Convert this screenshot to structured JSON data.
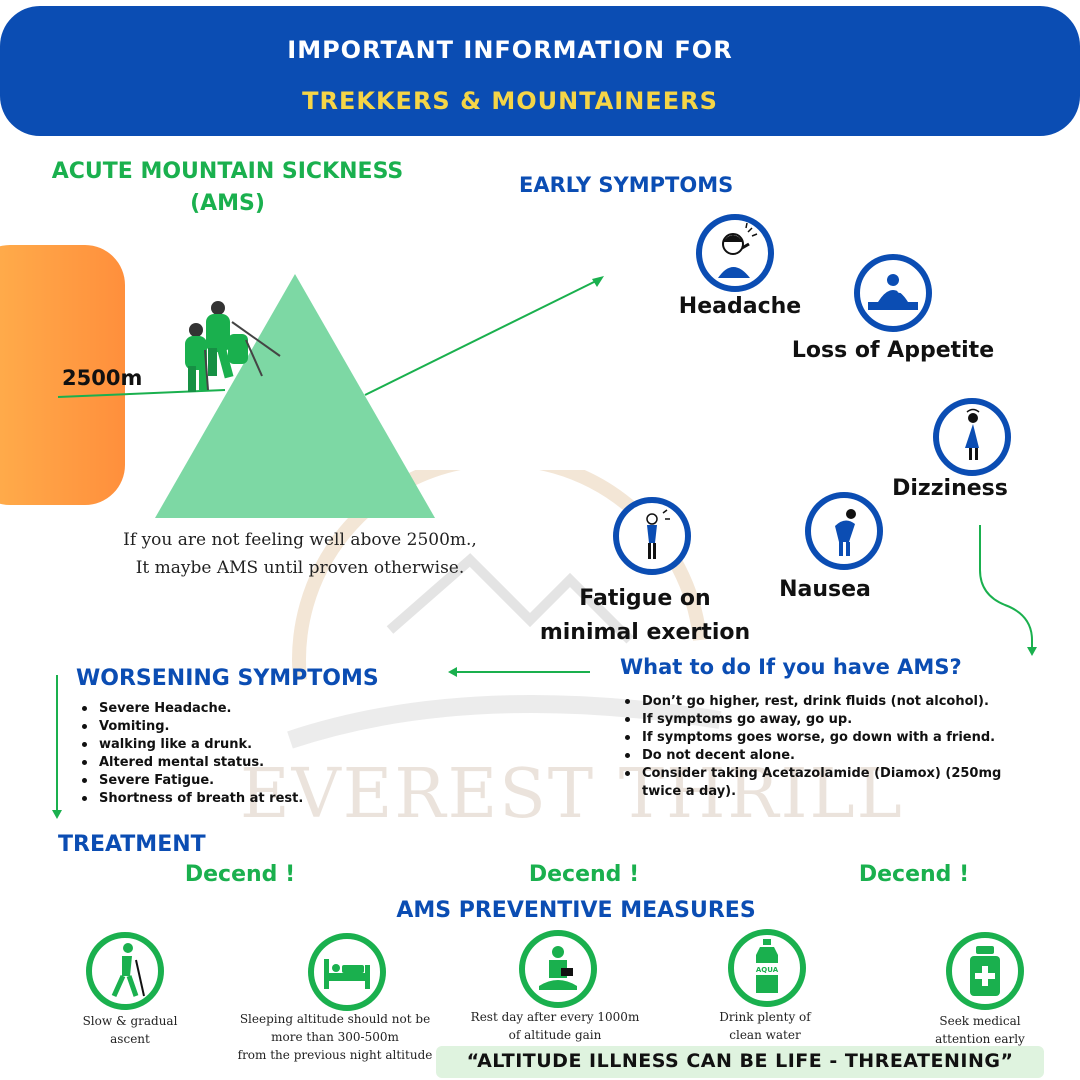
{
  "banner": {
    "line1": "IMPORTANT INFORMATION FOR",
    "line2": "TREKKERS & MOUNTAINEERS",
    "color": "#0b4db3",
    "accent": "#f5d547"
  },
  "ams": {
    "title_line1": "ACUTE MOUNTAIN SICKNESS",
    "title_line2": "(AMS)",
    "altitude": "2500m",
    "caption_line1": "If you are not feeling well above 2500m.,",
    "caption_line2": "It maybe AMS until proven otherwise."
  },
  "early": {
    "title": "EARLY SYMPTOMS",
    "symptoms": [
      {
        "label": "Headache",
        "icon": "headache-icon"
      },
      {
        "label": "Loss of Appetite",
        "icon": "appetite-icon"
      },
      {
        "label": "Dizziness",
        "icon": "dizziness-icon"
      },
      {
        "label": "Nausea",
        "icon": "nausea-icon"
      },
      {
        "label_line1": "Fatigue on",
        "label_line2": "minimal exertion",
        "icon": "fatigue-icon"
      }
    ]
  },
  "what_to_do": {
    "title": "What to do If you have AMS?",
    "items": [
      "Don’t go higher, rest, drink fluids (not alcohol).",
      "If symptoms go away, go up.",
      "If symptoms goes  worse, go down with a friend.",
      "Do not decent alone.",
      "Consider taking Acetazolamide (Diamox) (250mg twice a day)."
    ]
  },
  "worsening": {
    "title": "WORSENING SYMPTOMS",
    "items": [
      "Severe Headache.",
      "Vomiting.",
      "walking like a drunk.",
      "Altered mental status.",
      "Severe Fatigue.",
      "Shortness of breath at rest."
    ]
  },
  "treatment": {
    "title": "TREATMENT",
    "actions": [
      "Decend !",
      "Decend !",
      "Decend !"
    ]
  },
  "preventive": {
    "title": "AMS PREVENTIVE MEASURES",
    "measures": [
      {
        "line1": "Slow & gradual",
        "line2": "ascent",
        "icon": "hiker-icon"
      },
      {
        "line1": "Sleeping altitude should not be",
        "line2": "more than 300-500m",
        "line3": "from the previous night altitude",
        "icon": "bed-icon"
      },
      {
        "line1": "Rest day after every 1000m",
        "line2": "of altitude gain",
        "icon": "resting-person-icon"
      },
      {
        "line1": "Drink plenty of",
        "line2": "clean water",
        "icon": "water-bottle-icon"
      },
      {
        "line1": "Seek medical",
        "line2": "attention early",
        "icon": "medicine-bottle-icon"
      }
    ],
    "bottle_text": "AQUA"
  },
  "quote": "“ALTITUDE ILLNESS CAN BE LIFE - THREATENING”",
  "watermark": "EVEREST THRILL",
  "colors": {
    "green": "#1ab04e",
    "blue": "#0b4db3",
    "orange": "#ff8f3c",
    "mountain": "#7dd8a4"
  }
}
